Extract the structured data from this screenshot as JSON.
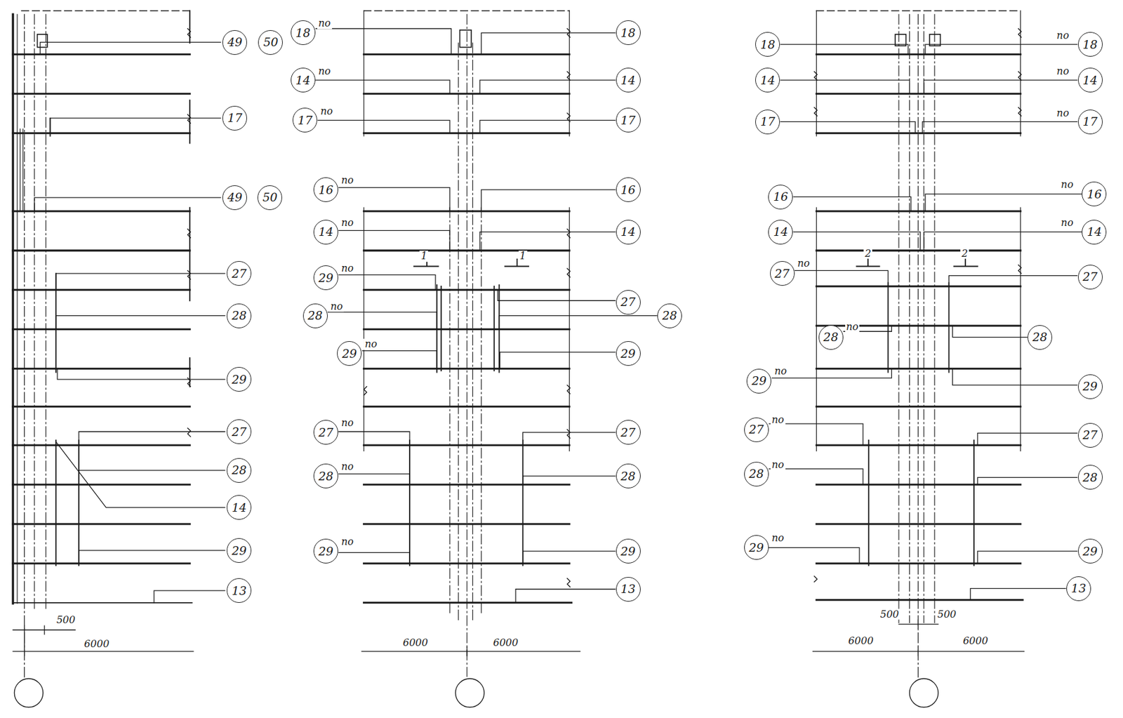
{
  "diagram": {
    "nodes": [
      {
        "text": [
          "49"
        ]
      },
      {
        "text": [
          "50"
        ]
      },
      {
        "text": [
          "17"
        ]
      },
      {
        "text": [
          "49"
        ]
      },
      {
        "text": [
          "50"
        ]
      },
      {
        "text": [
          "27"
        ]
      },
      {
        "text": [
          "28"
        ]
      },
      {
        "text": [
          "29"
        ]
      },
      {
        "text": [
          "27"
        ]
      },
      {
        "text": [
          "28"
        ]
      },
      {
        "text": [
          "14"
        ]
      },
      {
        "text": [
          "29"
        ]
      },
      {
        "text": [
          "13"
        ]
      },
      {
        "text": [
          "18"
        ]
      },
      {
        "text": [
          "18"
        ]
      },
      {
        "text": [
          "14"
        ]
      },
      {
        "text": [
          "14"
        ]
      },
      {
        "text": [
          "17"
        ]
      },
      {
        "text": [
          "17"
        ]
      },
      {
        "text": [
          "16"
        ]
      },
      {
        "text": [
          "16"
        ]
      },
      {
        "text": [
          "14"
        ]
      },
      {
        "text": [
          "14"
        ]
      },
      {
        "text": [
          "29"
        ]
      },
      {
        "text": [
          "27"
        ]
      },
      {
        "text": [
          "28"
        ]
      },
      {
        "text": [
          "28"
        ]
      },
      {
        "text": [
          "29"
        ]
      },
      {
        "text": [
          "29"
        ]
      },
      {
        "text": [
          "27"
        ]
      },
      {
        "text": [
          "27"
        ]
      },
      {
        "text": [
          "28"
        ]
      },
      {
        "text": [
          "28"
        ]
      },
      {
        "text": [
          "29"
        ]
      },
      {
        "text": [
          "29"
        ]
      },
      {
        "text": [
          "13"
        ]
      },
      {
        "text": [
          "18"
        ]
      },
      {
        "text": [
          "18"
        ]
      },
      {
        "text": [
          "14"
        ]
      },
      {
        "text": [
          "14"
        ]
      },
      {
        "text": [
          "17"
        ]
      },
      {
        "text": [
          "17"
        ]
      },
      {
        "text": [
          "16"
        ]
      },
      {
        "text": [
          "16"
        ]
      },
      {
        "text": [
          "14"
        ]
      },
      {
        "text": [
          "14"
        ]
      },
      {
        "text": [
          "27"
        ]
      },
      {
        "text": [
          "27"
        ]
      },
      {
        "text": [
          "28"
        ]
      },
      {
        "text": [
          "28"
        ]
      },
      {
        "text": [
          "29"
        ]
      },
      {
        "text": [
          "29"
        ]
      },
      {
        "text": [
          "27"
        ]
      },
      {
        "text": [
          "27"
        ]
      },
      {
        "text": [
          "28"
        ]
      },
      {
        "text": [
          "28"
        ]
      },
      {
        "text": [
          "29"
        ]
      },
      {
        "text": [
          "29"
        ]
      },
      {
        "text": [
          "13"
        ]
      }
    ],
    "labels": [
      "500",
      "6000",
      "по",
      "по",
      "по",
      "по",
      "по",
      "по",
      "по",
      "по",
      "по",
      "по",
      "по",
      "1",
      "1",
      "6000",
      "6000",
      "по",
      "по",
      "по",
      "по",
      "по",
      "по",
      "по",
      "по",
      "по",
      "по",
      "по",
      "2",
      "2",
      "500",
      "500",
      "6000",
      "6000"
    ]
  }
}
